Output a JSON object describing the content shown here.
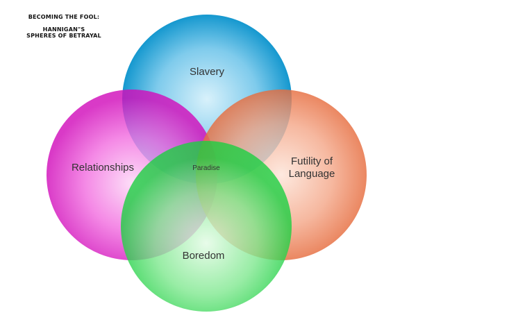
{
  "title": {
    "line1": "BECOMING THE FOOL:",
    "line2": "HANNIGAN\"S",
    "line3": "SPHERES OF BETRAYAL"
  },
  "spheres": {
    "slavery": {
      "label": "Slavery",
      "color": "#1aa3d9"
    },
    "relationships": {
      "label": "Relationships",
      "color": "#e019c8"
    },
    "futility": {
      "label_line1": "Futility of",
      "label_line2": "Language",
      "color": "#ec7a4f"
    },
    "boredom": {
      "label": "Boredom",
      "color": "#22d84a"
    }
  },
  "center_label": "Paradise"
}
